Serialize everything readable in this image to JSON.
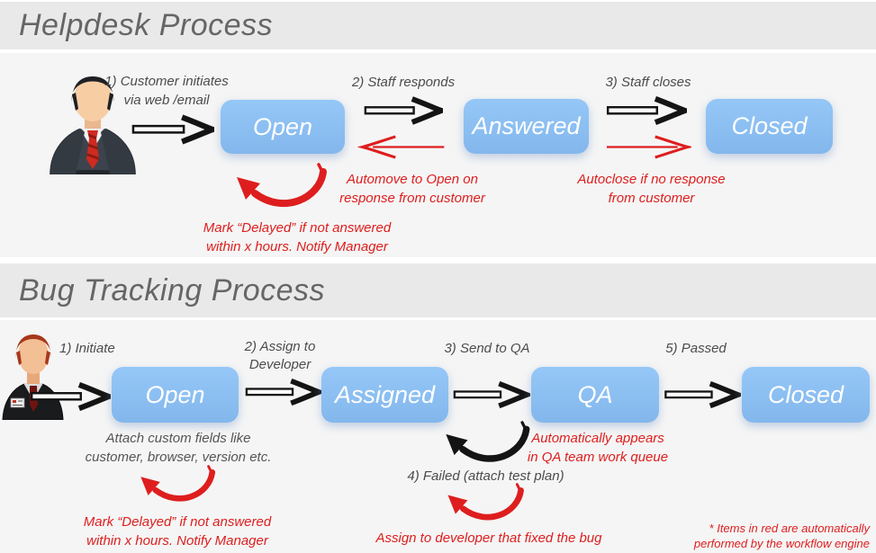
{
  "palette": {
    "state_box_blue": "#8cc0f2",
    "automation_red": "#de1e1e",
    "arrow_black": "#141414",
    "title_gray": "#666666",
    "band_gray": "#e9e9e9",
    "section_bg": "#f5f5f5"
  },
  "helpdesk": {
    "title": "Helpdesk Process",
    "states": [
      "Open",
      "Answered",
      "Closed"
    ],
    "steps": {
      "initiate_line1": "1) Customer initiates",
      "initiate_line2": "via web /email",
      "respond": "2) Staff responds",
      "close": "3) Staff closes"
    },
    "automation_notes": {
      "automove_line1": "Automove to Open on",
      "automove_line2": "response from customer",
      "autoclose_line1": "Autoclose if no response",
      "autoclose_line2": "from customer",
      "delayed_line1": "Mark “Delayed” if not answered",
      "delayed_line2": "within x hours. Notify Manager"
    }
  },
  "bugtracking": {
    "title": "Bug Tracking Process",
    "states": [
      "Open",
      "Assigned",
      "QA",
      "Closed"
    ],
    "steps": {
      "initiate": "1) Initiate",
      "assign_line1": "2) Assign to",
      "assign_line2": "Developer",
      "send_qa": "3) Send to QA",
      "passed": "5) Passed",
      "failed": "4) Failed (attach test plan)"
    },
    "notes": {
      "custom_fields_line1": "Attach custom fields like",
      "custom_fields_line2": "customer, browser, version etc."
    },
    "automation_notes": {
      "qa_queue_line1": "Automatically appears",
      "qa_queue_line2": "in QA team work queue",
      "assign_dev": "Assign to developer that fixed the bug",
      "delayed_line1": "Mark “Delayed” if not answered",
      "delayed_line2": "within x hours. Notify Manager"
    }
  },
  "footnote": {
    "line1": "* Items in red are automatically",
    "line2": "performed by the workflow engine"
  }
}
